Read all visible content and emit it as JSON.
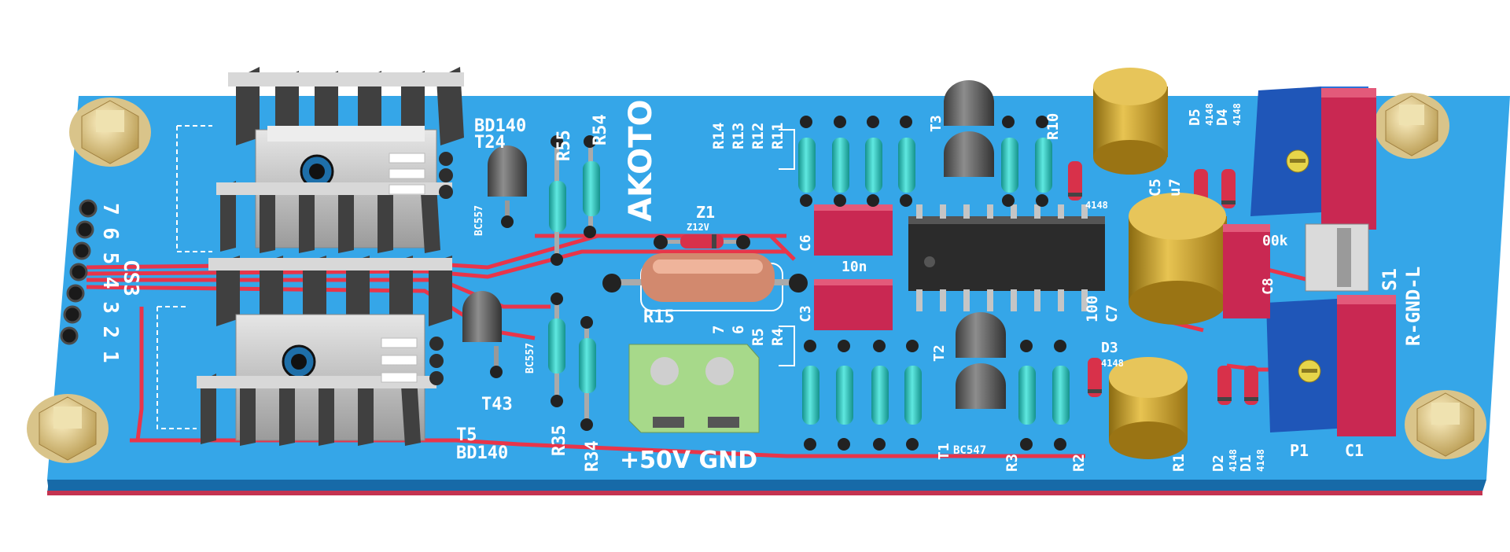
{
  "board": {
    "brand": "AKOTO",
    "power_label": "+50V GND",
    "colors": {
      "pcb": "#35a6e8",
      "trace": "#e8354a",
      "silk": "#ffffff",
      "resistor": "#2bcfc8",
      "capacitor_film": "#c92852",
      "electrolytic": "#c9a12a",
      "heatsink": "#3a3a3a",
      "terminal": "#a7d98a",
      "trimmer": "#1f56b8"
    }
  },
  "labels": {
    "t24": "T24",
    "bd140_top": "BD140",
    "bc557_top": "BC557",
    "bc557_bot": "BC557",
    "t43": "T43",
    "t5": "T5",
    "bd140_bot": "BD140",
    "r55": "R55",
    "r54": "R54",
    "r35": "R35",
    "r34": "R34",
    "r15": "R15",
    "z1": "Z1",
    "z12v": "Z12V",
    "r14": "R14",
    "r13": "R13",
    "r12": "R12",
    "r11": "R11",
    "r7": "7",
    "r6": "6",
    "r5": "R5",
    "r4": "R4",
    "c6": "C6",
    "c3": "C3",
    "n10": "10n",
    "t3": "T3",
    "t2": "T2",
    "t1": "T1",
    "bc547": "BC547",
    "r10": "R10",
    "r3": "R3",
    "r2": "R2",
    "r1": "R1",
    "d5": "D5",
    "d4": "D4",
    "d3": "D3",
    "d2": "D2",
    "d1": "D1",
    "n4148": "4148",
    "c5": "C5",
    "u7": "u7",
    "c7": "C7",
    "c8": "C8",
    "k100": "00k",
    "n100": "100",
    "s1": "S1",
    "r_gnd_l": "R-GND-L",
    "p1": "P1",
    "c1": "C1",
    "cs3": "CS3",
    "conn_pins": "7 6 5 4 3 2 1"
  }
}
